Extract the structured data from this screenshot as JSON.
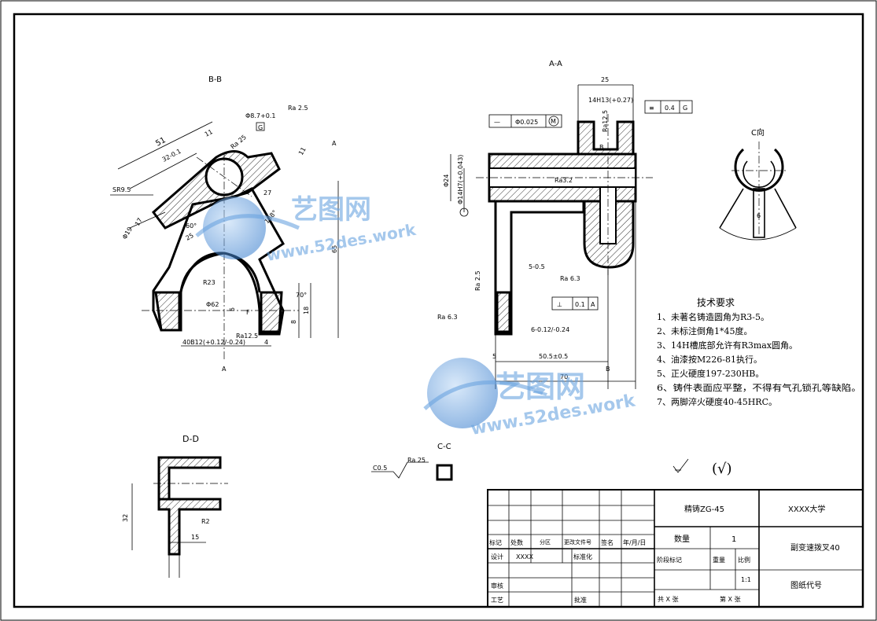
{
  "views": {
    "bb": {
      "label": "B-B",
      "dims": [
        "51",
        "32-0.1",
        "11",
        "Ra 25",
        "Φ8.7+0.1",
        "Ra 2.5",
        "SR9.5",
        "17",
        "Φ19",
        "60°",
        "25",
        "27",
        "108°",
        "65",
        "R23",
        "Φ62",
        "5",
        "70°",
        "8",
        "18",
        "Ra12.5",
        "40B12(+0.12/-0.24)",
        "4",
        "11"
      ],
      "section_marks": [
        "A",
        "A",
        "F",
        "F"
      ]
    },
    "aa": {
      "label": "A-A",
      "dims": [
        "25",
        "14H13(+0.27)",
        "Ra12.5",
        "0.4",
        "G",
        "Φ0.025",
        "M",
        "Φ24",
        "Φ14H7(+0.043)",
        "Ra3.2",
        "Ra 2.5",
        "5-0.5",
        "Ra 6.3",
        "0.1",
        "A",
        "6-0.12/-0.24",
        "Ra 6.3",
        "5",
        "50.5±0.5",
        "70",
        "B",
        "B"
      ]
    },
    "c_view": {
      "label": "C向",
      "dims": [
        "6"
      ]
    },
    "dd": {
      "label": "D-D",
      "dims": [
        "32",
        "R2",
        "15"
      ]
    },
    "cc": {
      "label": "C-C",
      "dims": [
        "C0.5",
        "Ra 25"
      ]
    }
  },
  "tech_req": {
    "title": "技术要求",
    "items": [
      "1、未著名铸造圆角为R3-5。",
      "2、未标注倒角1*45度。",
      "3、14H槽底部允许有R3max圆角。",
      "4、油漆按M226-81执行。",
      "5、正火硬度197-230HB。",
      "6、铸件表面应平整，不得有气孔锁孔等缺陷。",
      "7、两脚淬火硬度40-45HRC。"
    ]
  },
  "roughness_note": "(√)",
  "watermark": {
    "cn": "艺图网",
    "url": "www.52des.work"
  },
  "title_block": {
    "material": "精铸ZG-45",
    "school": "XXXX大学",
    "part_name": "副变速拨叉40",
    "drawing_no": "图纸代号",
    "row_headers": [
      "标记",
      "处数",
      "分区",
      "更改文件号",
      "签名",
      "年/月/日"
    ],
    "design": "设计",
    "designer": "XXXX",
    "standard": "标准化",
    "review": "审核",
    "process": "工艺",
    "approve": "批准",
    "qty_label": "数量",
    "qty": "1",
    "stage": "阶段标记",
    "weight": "重量",
    "scale_label": "比例",
    "scale": "1:1",
    "total_sheets": "共 X 张",
    "sheet_no": "第 X 张"
  }
}
